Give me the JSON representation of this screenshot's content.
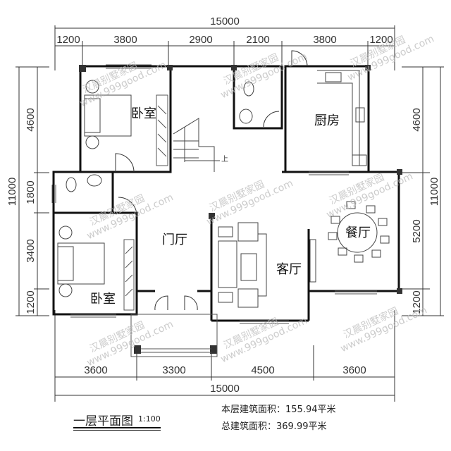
{
  "plan": {
    "title": "一层平面图",
    "scale": "1:100",
    "floor_area": "本层建筑面积：155.94平米",
    "total_area": "总建筑面积：369.99平米"
  },
  "dimensions": {
    "top_total": "15000",
    "top_segments": [
      "1200",
      "3800",
      "2900",
      "2100",
      "3800",
      "1200"
    ],
    "bottom_segments": [
      "3600",
      "3300",
      "4500",
      "3600"
    ],
    "bottom_total": "15000",
    "left_total": "11000",
    "left_segments": [
      "4600",
      "1800",
      "3400",
      "1200"
    ],
    "right_total": "11000",
    "right_segments": [
      "4600",
      "5200",
      "1200"
    ]
  },
  "rooms": {
    "bedroom_top": "卧室",
    "kitchen": "厨房",
    "foyer": "门厅",
    "living": "客厅",
    "dining": "餐厅",
    "bedroom_bottom": "卧室",
    "stair_up": "上"
  },
  "watermark": {
    "cn": "汉晨别墅家园",
    "url": "www.999good.com"
  },
  "colors": {
    "wall": "#111111",
    "line": "#333333",
    "watermark": "#bbbbbb"
  }
}
